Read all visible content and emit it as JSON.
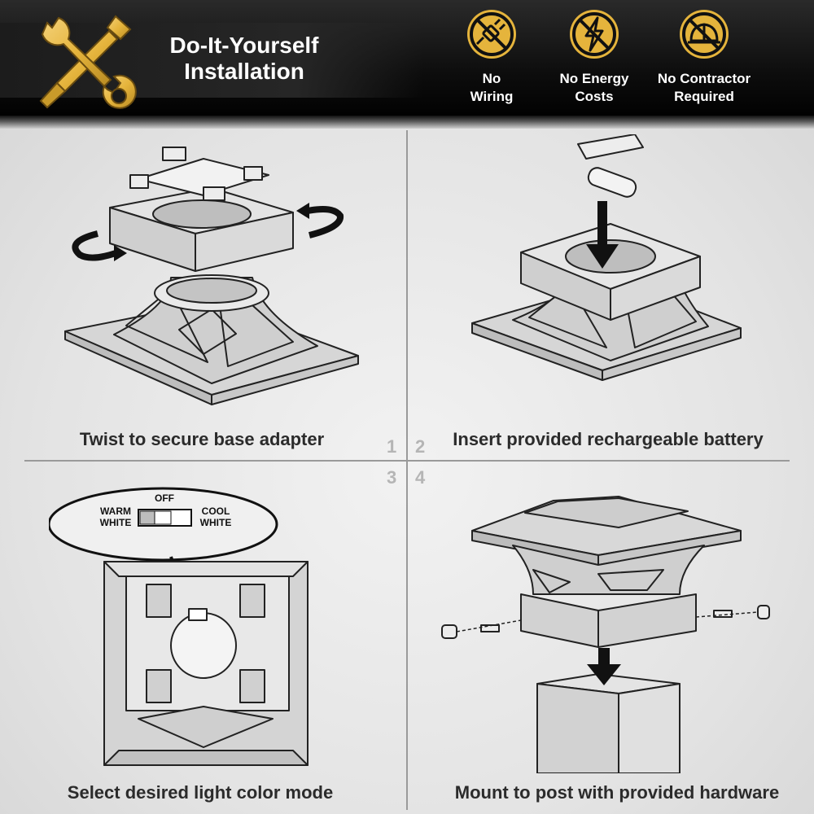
{
  "header": {
    "title_line1": "Do-It-Yourself",
    "title_line2": "Installation",
    "badges": [
      {
        "icon": "no-wiring-icon",
        "line1": "No",
        "line2": "Wiring"
      },
      {
        "icon": "no-energy-costs-icon",
        "line1": "No Energy",
        "line2": "Costs"
      },
      {
        "icon": "no-contractor-icon",
        "line1": "No Contractor",
        "line2": "Required"
      }
    ],
    "accent_color": "#e5b43c"
  },
  "steps": [
    {
      "number": "1",
      "caption": "Twist to secure base adapter"
    },
    {
      "number": "2",
      "caption": "Insert provided rechargeable battery"
    },
    {
      "number": "3",
      "caption": "Select desired light color mode"
    },
    {
      "number": "4",
      "caption": "Mount to post with provided hardware"
    }
  ],
  "switch": {
    "off": "OFF",
    "warm_line1": "WARM",
    "warm_line2": "WHITE",
    "cool_line1": "COOL",
    "cool_line2": "WHITE"
  }
}
